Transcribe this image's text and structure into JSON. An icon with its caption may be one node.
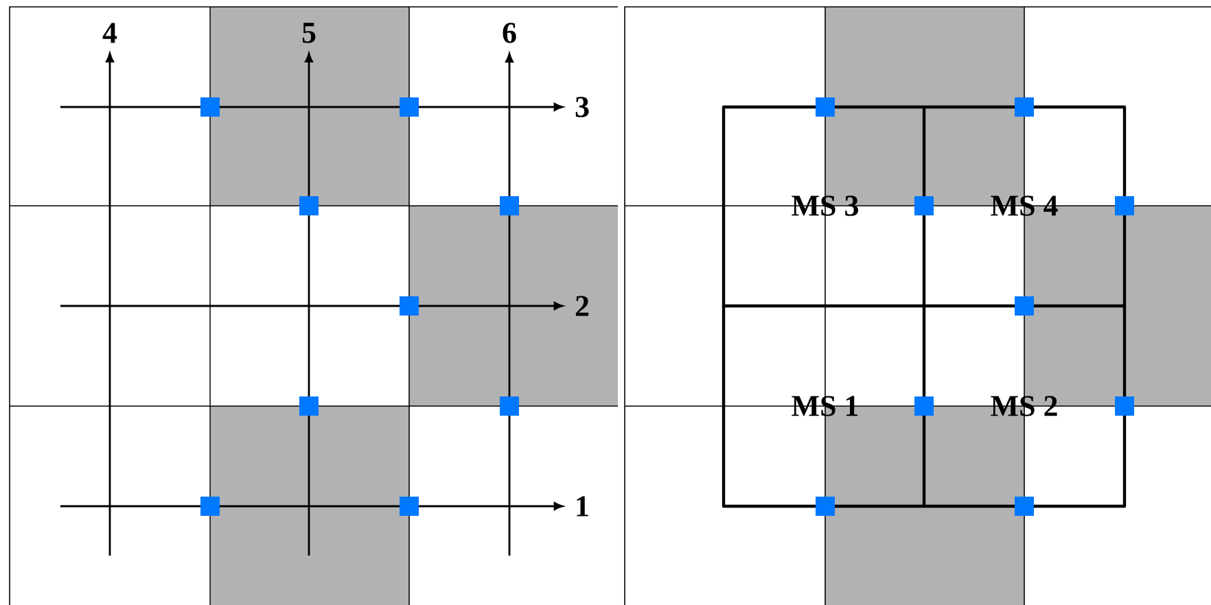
{
  "diagram": {
    "nodes": [
      {
        "text": [
          "4"
        ]
      },
      {
        "text": [
          "5"
        ]
      },
      {
        "text": [
          "6"
        ]
      },
      {
        "text": [
          "3"
        ]
      },
      {
        "text": [
          "2"
        ]
      },
      {
        "text": [
          "1"
        ]
      }
    ],
    "edges": [
      {
        "from": null,
        "to": 0,
        "arrow": "to"
      },
      {
        "from": null,
        "to": 1,
        "arrow": "to"
      },
      {
        "from": null,
        "to": 2,
        "arrow": "to"
      },
      {
        "from": null,
        "to": 3,
        "arrow": "to"
      },
      {
        "from": null,
        "to": 4,
        "arrow": "to"
      },
      {
        "from": null,
        "to": 5,
        "arrow": "to"
      }
    ],
    "labels": [
      "MS 3",
      "MS 4",
      "MS 1",
      "MS 2"
    ]
  }
}
